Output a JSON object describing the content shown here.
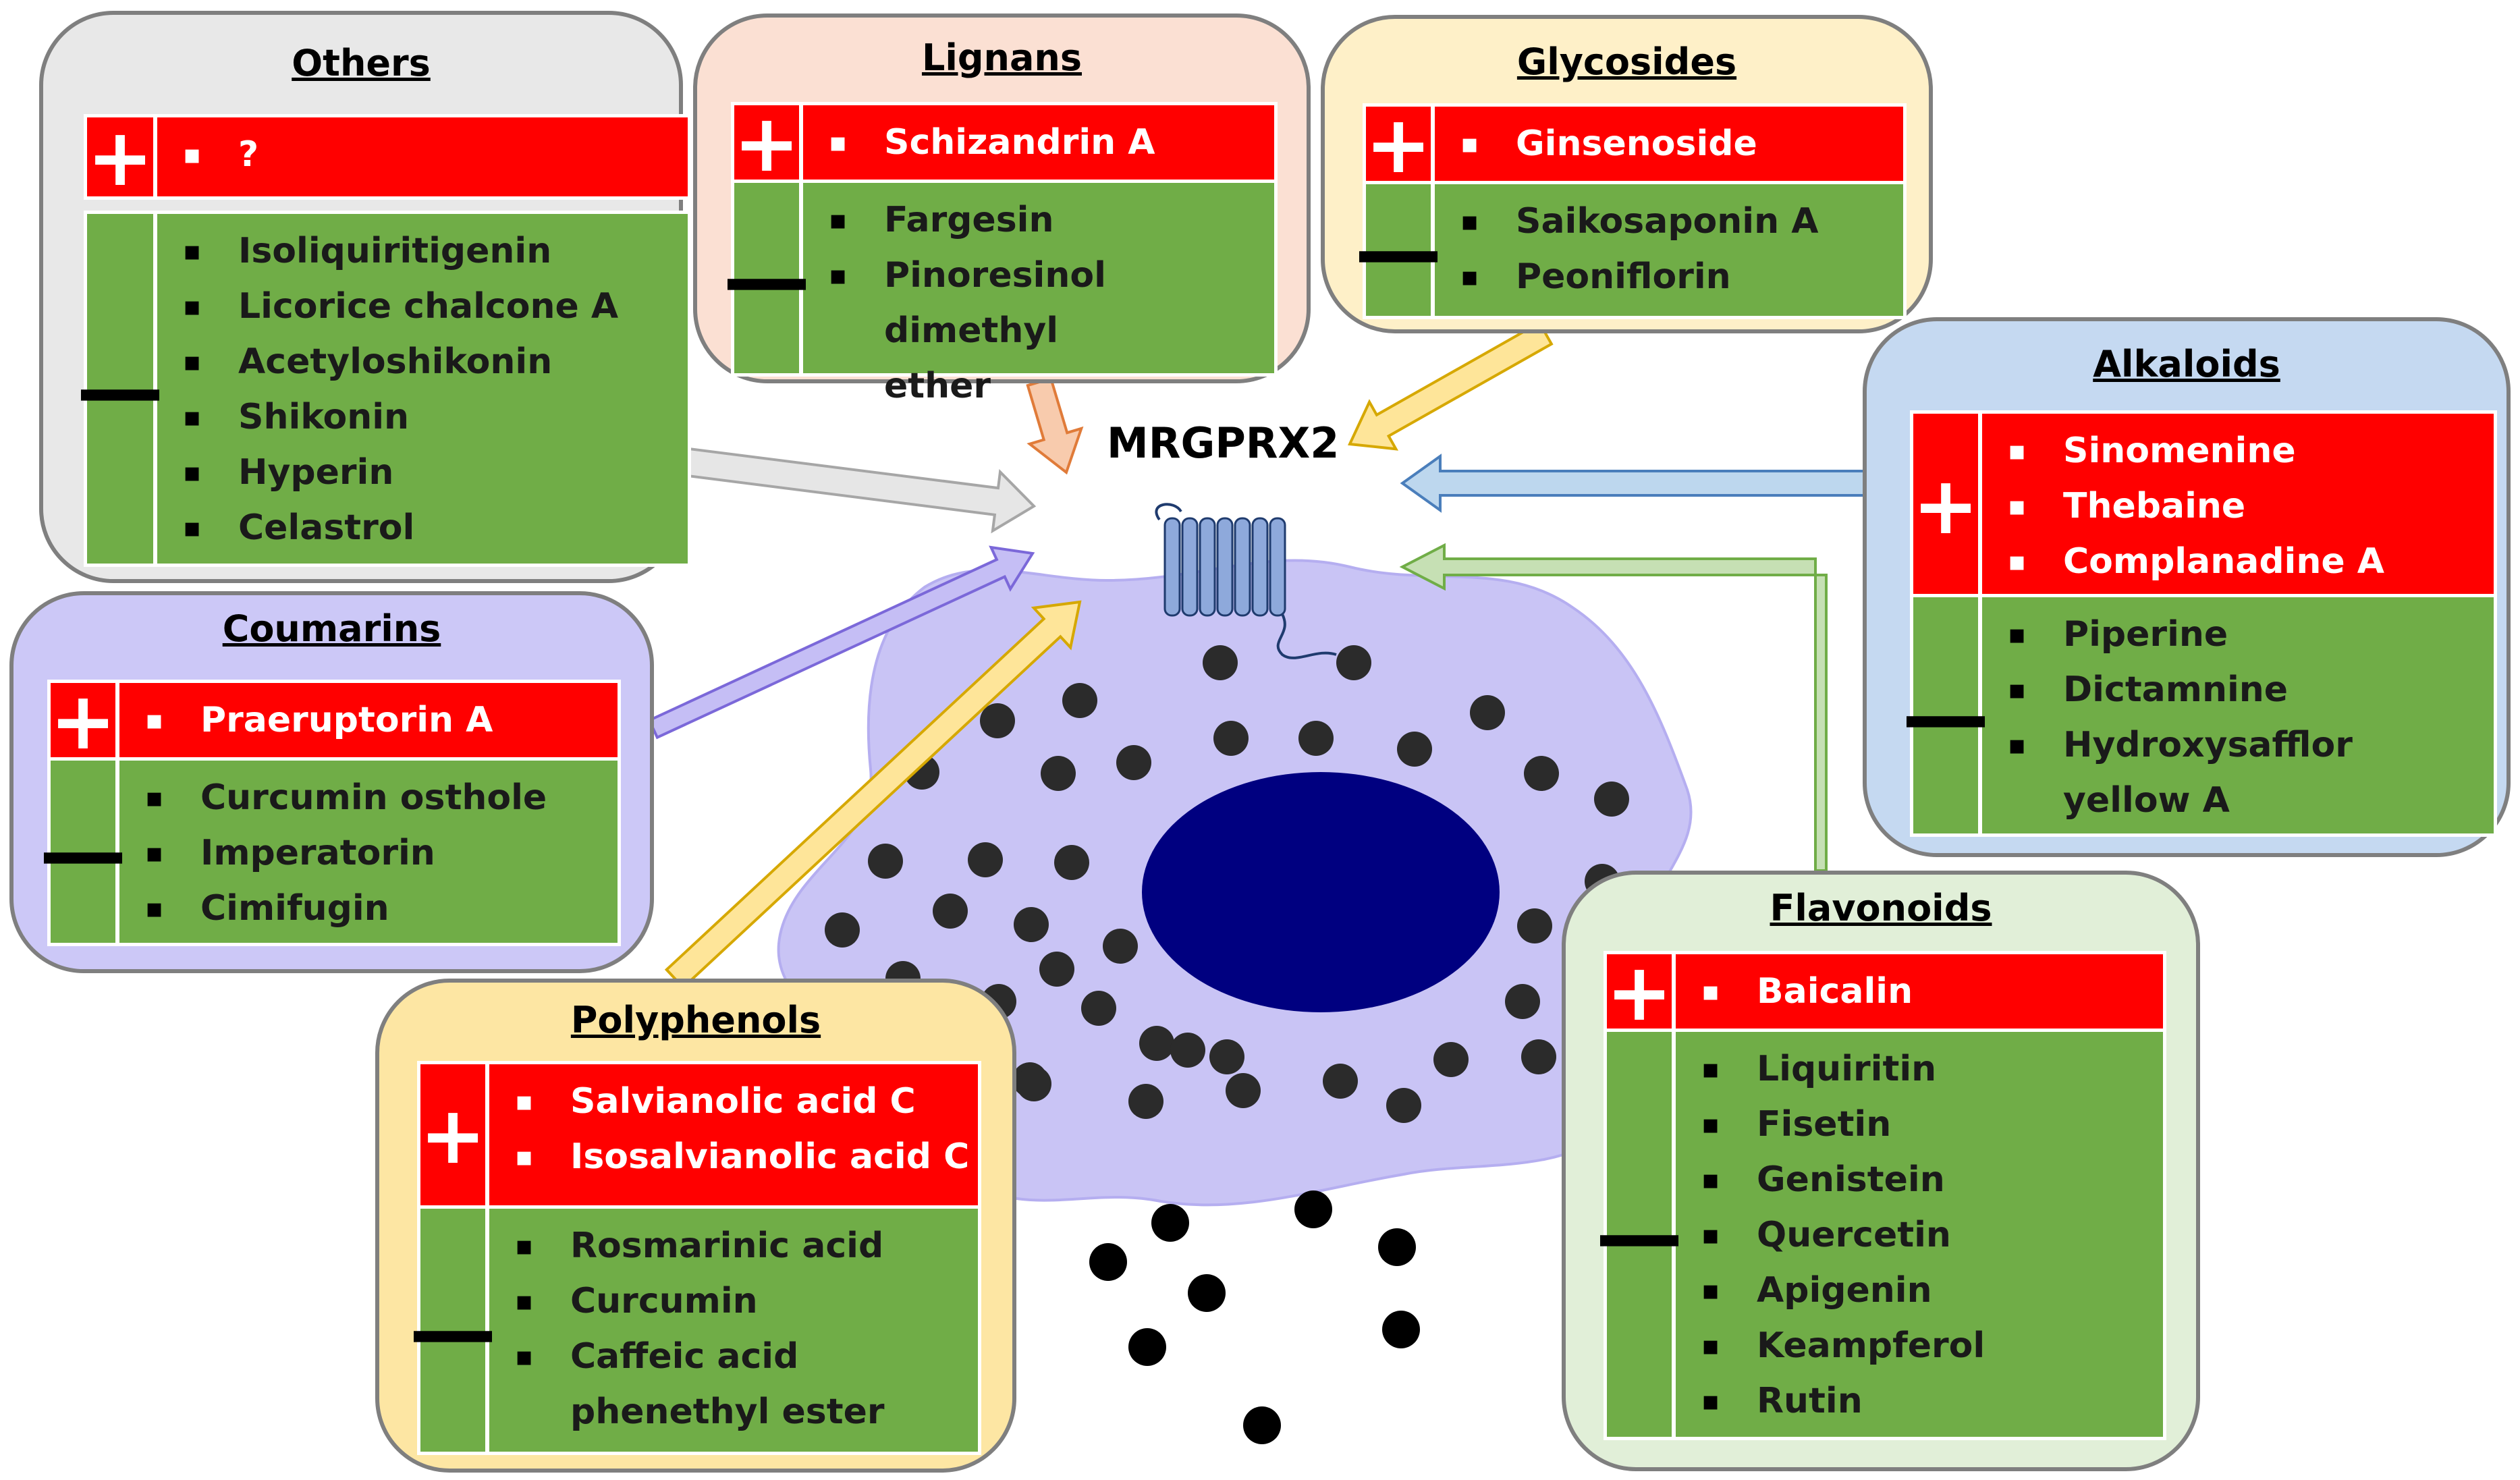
{
  "receptor": {
    "label": "MRGPRX2"
  },
  "groups": {
    "others": {
      "title": "Others",
      "plus": [
        "?"
      ],
      "minus": [
        "Isoliquiritigenin",
        "Licorice chalcone A",
        "Acetyloshikonin",
        "Shikonin",
        "Hyperin",
        "Celastrol"
      ]
    },
    "lignans": {
      "title": "Lignans",
      "plus": [
        "Schizandrin A"
      ],
      "minus": [
        "Fargesin",
        "Pinoresinol dimethyl",
        "ether"
      ]
    },
    "glycosides": {
      "title": "Glycosides",
      "plus": [
        "Ginsenoside"
      ],
      "minus": [
        "Saikosaponin A",
        "Peoniflorin"
      ]
    },
    "alkaloids": {
      "title": "Alkaloids",
      "plus": [
        "Sinomenine",
        "Thebaine",
        "Complanadine A"
      ],
      "minus": [
        "Piperine",
        "Dictamnine",
        "Hydroxysafflor",
        "yellow A"
      ]
    },
    "coumarins": {
      "title": "Coumarins",
      "plus": [
        "Praeruptorin A"
      ],
      "minus": [
        "Curcumin osthole",
        "Imperatorin",
        "Cimifugin"
      ]
    },
    "polyphenols": {
      "title": "Polyphenols",
      "plus": [
        "Salvianolic acid C",
        "Isosalvianolic acid C"
      ],
      "minus": [
        "Rosmarinic acid",
        "Curcumin",
        "Caffeic acid",
        "phenethyl ester"
      ]
    },
    "flavonoids": {
      "title": "Flavonoids",
      "plus": [
        "Baicalin"
      ],
      "minus": [
        "Liquiritin",
        "Fisetin",
        "Genistein",
        "Quercetin",
        "Apigenin",
        "Keampferol",
        "Rutin"
      ]
    }
  },
  "signs": {
    "plus": "+",
    "minus": "—"
  },
  "colors": {
    "plus_block": "#ff0000",
    "minus_block": "#70ad47",
    "cell": "#c9c4f5",
    "nucleus": "#000080",
    "granule": "#2b2b2b",
    "receptor": "#8ea9db",
    "others": "#e8e8e8",
    "lignans": "#fbe0d3",
    "glycosides": "#fef0c8",
    "alkaloids": "#c5d9f1",
    "coumarins": "#ccc8f7",
    "polyphenols": "#fde6a3",
    "flavonoids": "#e1efd8"
  }
}
